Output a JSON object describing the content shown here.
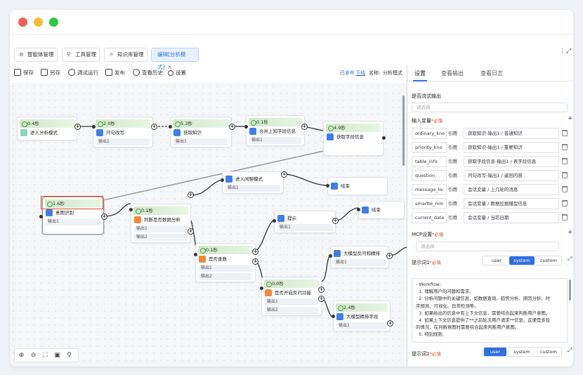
{
  "window": {
    "controls": [
      "close",
      "minimize",
      "maximize"
    ],
    "colors": {
      "close": "#f05f57",
      "min": "#f5bd2f",
      "max": "#2bc741"
    }
  },
  "tabs": [
    {
      "label": "智能体管理",
      "icon": "agent-icon"
    },
    {
      "label": "工具管理",
      "icon": "tool-icon"
    },
    {
      "label": "知识库管理",
      "icon": "bulb-icon"
    },
    {
      "label": "编辑[分析模式]",
      "active": true,
      "close": "×"
    }
  ],
  "toolbar": {
    "save": "保存",
    "save_as": "另存",
    "debug": "调试运行",
    "publish": "发布",
    "history": "查看历史",
    "settings": "设置",
    "published": "已发布",
    "offline": "下线",
    "name_label": "名称:",
    "name_value": "分析模式"
  },
  "nodes": [
    {
      "id": "n1",
      "time": "0.4秒",
      "title": "进入分析模式",
      "outputs": []
    },
    {
      "id": "n2",
      "time": "2.0秒",
      "title": "问句改写",
      "outputs": [
        "输出1"
      ]
    },
    {
      "id": "n3",
      "time": "5.3秒",
      "title": "获取知识",
      "outputs": [
        "输出1"
      ]
    },
    {
      "id": "n4",
      "time": "0.1秒",
      "title": "合并上知字段信息",
      "outputs": [
        "输出1"
      ]
    },
    {
      "id": "n5",
      "time": "4.9秒",
      "title": "获取字段信息",
      "outputs": []
    },
    {
      "id": "n6",
      "time": "1.6秒",
      "title": "意图识别",
      "outputs": [
        "输出1"
      ]
    },
    {
      "id": "n7",
      "time": "",
      "title": "进入闲聊模式",
      "outputs": [
        "输出1"
      ]
    },
    {
      "id": "n8",
      "time": "",
      "title": "结束",
      "outputs": []
    },
    {
      "id": "n9",
      "time": "0.1秒",
      "title": "判断是否数据分析",
      "outputs": [
        "输出1",
        "输出2"
      ]
    },
    {
      "id": "n10",
      "time": "",
      "title": "结束",
      "outputs": []
    },
    {
      "id": "n11",
      "time": "",
      "title": "提示",
      "outputs": [
        "输出1"
      ]
    },
    {
      "id": "n12",
      "time": "0.1秒",
      "title": "是否查数",
      "outputs": [
        "输出1",
        "输出2"
      ]
    },
    {
      "id": "n13",
      "time": "",
      "title": "大模型反问和精排",
      "outputs": [
        "输出1"
      ]
    },
    {
      "id": "n14",
      "time": "0.0秒",
      "title": "是否开启反问功能",
      "outputs": [
        "输出1",
        "输出2"
      ]
    },
    {
      "id": "n15",
      "time": "2.4秒",
      "title": "大模型精排字段",
      "outputs": [
        "输出1"
      ]
    }
  ],
  "zoom_controls": [
    "zoom-in-icon",
    "zoom-out-icon",
    "fit-icon",
    "fullscreen-icon",
    "locate-icon"
  ],
  "panel": {
    "tabs": [
      "设置",
      "查看输出",
      "查看日志"
    ],
    "stream_label": "是否流式输出",
    "stream_placeholder": "请选择",
    "input_label": "输入变量",
    "required": "*必填",
    "variables": [
      {
        "name": "ordinary_kno",
        "mode": "引用",
        "ref": "获取知识-输出1 / 普通知识"
      },
      {
        "name": "priority_kno",
        "mode": "引用",
        "ref": "获取知识-输出1 / 重要知识"
      },
      {
        "name": "table_info",
        "mode": "引用",
        "ref": "获取字段信息-输出1 / 表字段信息"
      },
      {
        "name": "question",
        "mode": "引用",
        "ref": "问句改写-输出1 / 返回内容"
      },
      {
        "name": "message_lis",
        "mode": "引用",
        "ref": "会话变量 / 上几轮的消息"
      },
      {
        "name": "smartbi_min",
        "mode": "引用",
        "ref": "会话变量 / 数据挖掘模型信息"
      },
      {
        "name": "current_date",
        "mode": "引用",
        "ref": "会话变量 / 当前日期"
      }
    ],
    "mcp_label": "MCP设置",
    "mcp_placeholder": "请选择",
    "prompt1_label": "提示词1",
    "prompt2_label": "提示词2",
    "roles": [
      "user",
      "system",
      "custom"
    ],
    "prompt1_text": [
      "- Workflow:",
      "  1. 理解用户的问题和需求。",
      "  2. 分析问题中的关键信息，如数据查询、趋势分析、原因分析、时",
      "序预测、可视化、异常检测等。",
      "  3. 如果给出的信息中有上下文信息，需要结合起来判断用户意图。",
      "  4. 如果上下文信息提供了**之前轮次用户请求**信息，这便是多轮",
      "的情况，在判断意图时需要结合起来判断用户意图。",
      "  5. 特别规则:"
    ]
  }
}
